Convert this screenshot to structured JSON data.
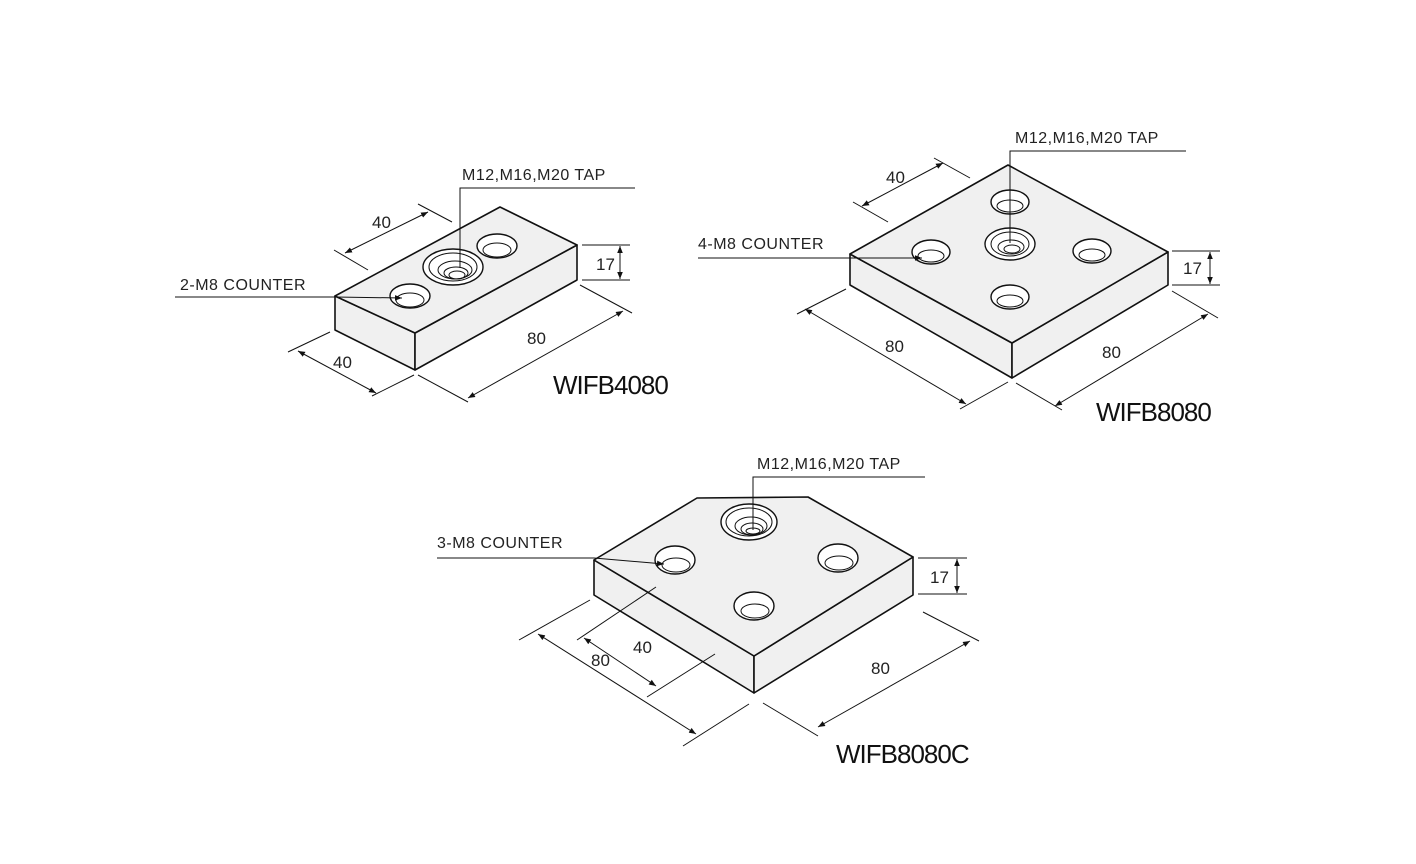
{
  "parts": [
    {
      "model": "WIFB4080",
      "tap_label": "M12,M16,M20 TAP",
      "counter_label": "2-M8 COUNTER",
      "dim_top_width": "40",
      "dim_height": "17",
      "dim_length": "80",
      "dim_front_width": "40"
    },
    {
      "model": "WIFB8080",
      "tap_label": "M12,M16,M20 TAP",
      "counter_label": "4-M8 COUNTER",
      "dim_top_width": "40",
      "dim_height": "17",
      "dim_left_length": "80",
      "dim_right_length": "80"
    },
    {
      "model": "WIFB8080C",
      "tap_label": "M12,M16,M20 TAP",
      "counter_label": "3-M8 COUNTER",
      "dim_inner_width": "40",
      "dim_height": "17",
      "dim_left_length": "80",
      "dim_right_length": "80"
    }
  ]
}
